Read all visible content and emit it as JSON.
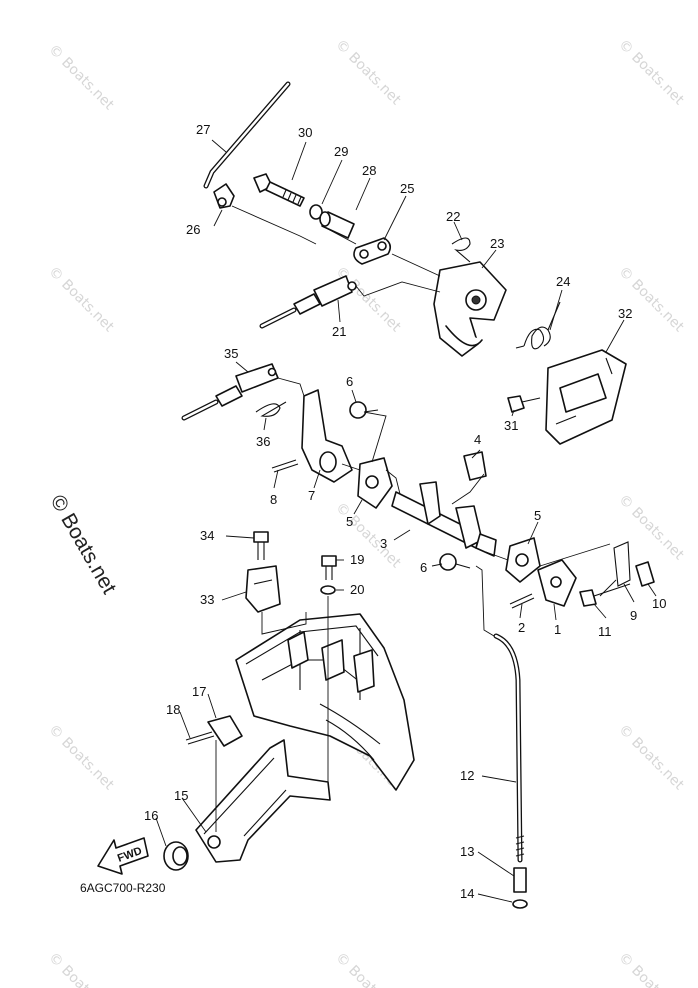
{
  "watermark": {
    "text": "© Boats.net"
  },
  "diagram_code": "6AGC700-R230",
  "direction_label": "FWD",
  "callouts": [
    "1",
    "2",
    "3",
    "4",
    "5",
    "6",
    "7",
    "8",
    "9",
    "10",
    "11",
    "12",
    "13",
    "14",
    "15",
    "16",
    "17",
    "18",
    "19",
    "20",
    "21",
    "22",
    "23",
    "24",
    "25",
    "26",
    "27",
    "28",
    "29",
    "30",
    "31",
    "32",
    "33",
    "34",
    "35",
    "36"
  ],
  "colors": {
    "line": "#111111",
    "watermark": "#d6d6d6",
    "background": "#ffffff"
  }
}
